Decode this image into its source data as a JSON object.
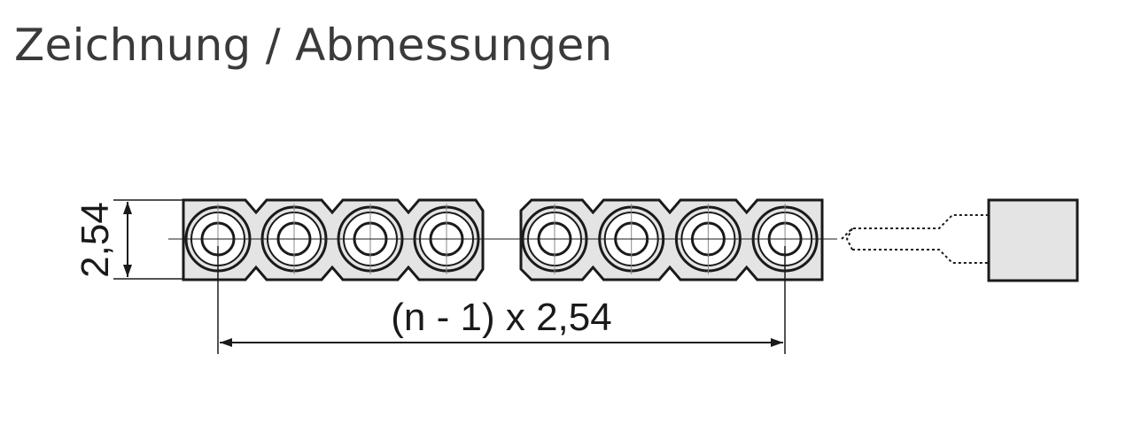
{
  "page": {
    "title": "Zeichnung / Abmessungen"
  },
  "drawing": {
    "height_dimension": "2,54",
    "length_dimension": "(n - 1) x 2,54",
    "group_left_pins": 4,
    "group_right_pins": 4,
    "colors": {
      "line": "#1a1a1a",
      "body_fill": "#e4e4e4",
      "hole_fill": "#ffffff"
    }
  }
}
